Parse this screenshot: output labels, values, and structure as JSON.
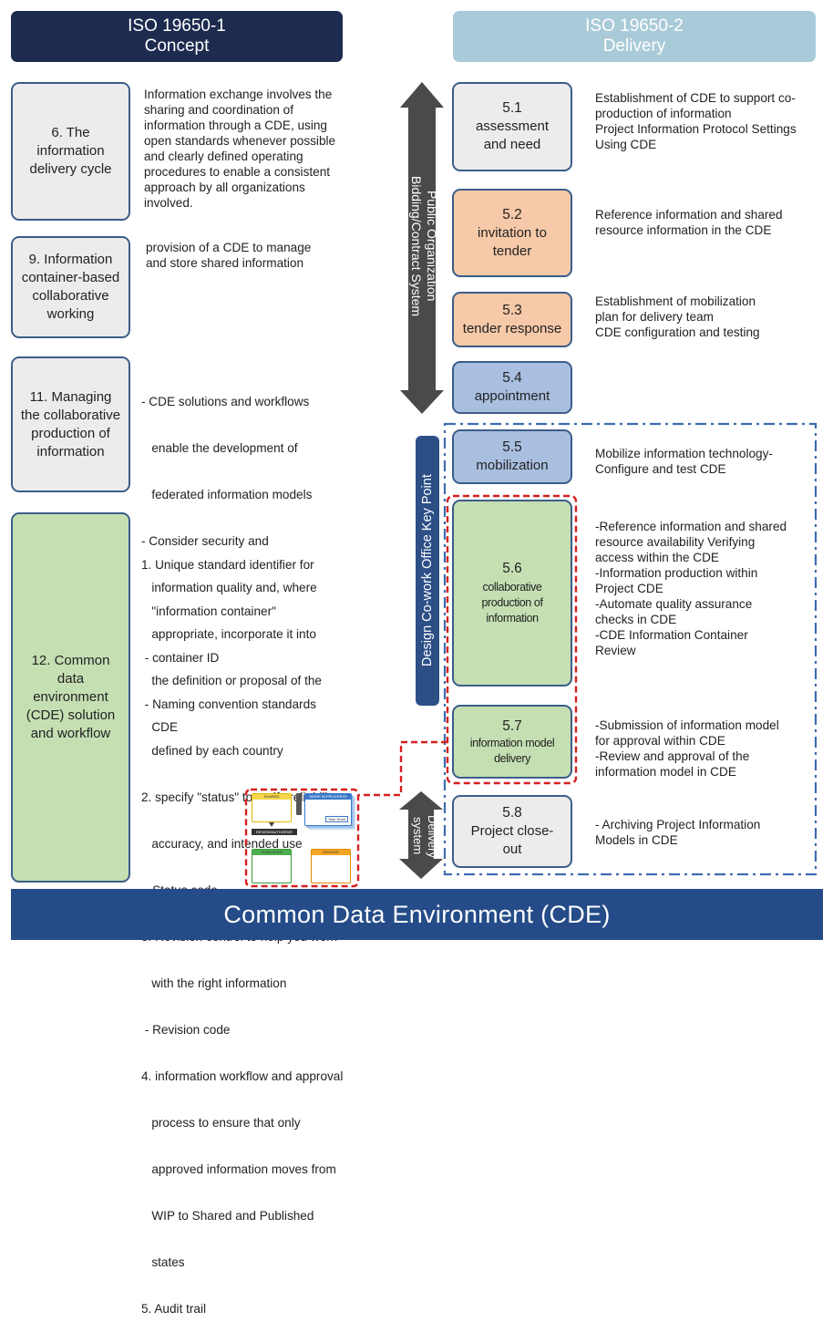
{
  "headers": {
    "concept": {
      "line1": "ISO 19650-1",
      "line2": "Concept",
      "color": "#1d2b4f"
    },
    "delivery": {
      "line1": "ISO 19650-2",
      "line2": "Delivery",
      "color": "#a9cad8"
    }
  },
  "concept_items": [
    {
      "label_lines": [
        "6. The",
        "information",
        "delivery cycle"
      ],
      "desc": [
        "Information exchange involves the",
        "sharing and coordination of",
        "information through a CDE, using",
        "open standards whenever possible",
        "and clearly defined operating",
        "procedures to enable a consistent",
        "approach by all organizations",
        "involved."
      ]
    },
    {
      "label_lines": [
        "9. Information",
        "container-based",
        "collaborative",
        "working"
      ],
      "desc": [
        "provision of a CDE to manage",
        "and store shared information"
      ]
    },
    {
      "label_lines": [
        "11. Managing",
        "the collaborative",
        "production of",
        "information"
      ],
      "desc": [
        "- CDE solutions and workflows",
        "   enable the development of",
        "   federated information models",
        "- Consider security and",
        "   information quality and, where",
        "   appropriate, incorporate it into",
        "   the definition or proposal of the",
        "   CDE"
      ]
    },
    {
      "label_lines": [
        "12. Common",
        "data",
        "environment",
        "(CDE) solution",
        "and workflow"
      ],
      "desc": [
        "1. Unique standard identifier for",
        "   \"information container\"",
        " - container ID",
        " - Naming convention standards",
        "   defined by each country",
        "2. specify \"status\" to verify reliability,",
        "   accuracy, and intended use",
        " - Status code",
        "3. Revision control to help you work",
        "   with the right information",
        " - Revision code",
        "4. information workflow and approval",
        "   process to ensure that only",
        "   approved information moves from",
        "   WIP to Shared and Published",
        "   states",
        "5. Audit trail"
      ]
    }
  ],
  "delivery_steps": [
    {
      "num": "5.1",
      "label_lines": [
        "assessment",
        "and need"
      ],
      "desc": [
        "Establishment of CDE to support co-",
        "production of information",
        "Project Information Protocol Settings",
        "Using CDE"
      ]
    },
    {
      "num": "5.2",
      "label_lines": [
        "invitation to",
        "tender"
      ],
      "desc": [
        "Reference information and shared",
        "resource information in the CDE"
      ]
    },
    {
      "num": "5.3",
      "label_lines": [
        "tender response"
      ],
      "desc": [
        "Establishment of mobilization",
        "plan for delivery team",
        "CDE configuration and testing"
      ]
    },
    {
      "num": "5.4",
      "label_lines": [
        "appointment"
      ],
      "desc": []
    },
    {
      "num": "5.5",
      "label_lines": [
        "mobilization"
      ],
      "desc": [
        "Mobilize information technology-",
        "Configure and test CDE"
      ]
    },
    {
      "num": "5.6",
      "label_lines": [
        "collaborative",
        "production of",
        "information"
      ],
      "desc": [
        "-Reference information and shared",
        "resource availability Verifying",
        "access within the CDE",
        "-Information production within",
        "Project CDE",
        "-Automate quality assurance",
        "checks in CDE",
        "-CDE Information Container",
        "Review"
      ]
    },
    {
      "num": "5.7",
      "label_lines": [
        "information model",
        "delivery"
      ],
      "desc": [
        "-Submission of information model",
        "for approval within CDE",
        "-Review and approval of the",
        "information model in CDE"
      ]
    },
    {
      "num": "5.8",
      "label_lines": [
        "Project close-",
        "out"
      ],
      "desc": [
        "- Archiving Project Information",
        "Models in CDE"
      ]
    }
  ],
  "arrows": {
    "public_line1": "Public Organization",
    "public_line2": "Bidding/Contract System",
    "delivery_line1": "Delivery",
    "delivery_line2": "system"
  },
  "design_label": "Design Co-work Office Key Point",
  "workflow": {
    "shared": "SHARED",
    "wip": "WORK IN PROGRESS",
    "review": "REVIEW/AUTHORIZE",
    "published": "PUBLISHED",
    "archive": "ARCHIVE",
    "task_team": "Task Team"
  },
  "footer": {
    "title": "Common Data Environment (CDE)",
    "color": "#254c88"
  },
  "colors": {
    "box_border": "#3b5d8a",
    "gray": "#ececec",
    "green": "#c5dfb3",
    "orange": "#f6c9a8",
    "blue": "#a9bfe0",
    "arrow": "#4a4a4a",
    "dashed_red": "#d42020",
    "dashdot_blue": "#3e6cb0"
  }
}
